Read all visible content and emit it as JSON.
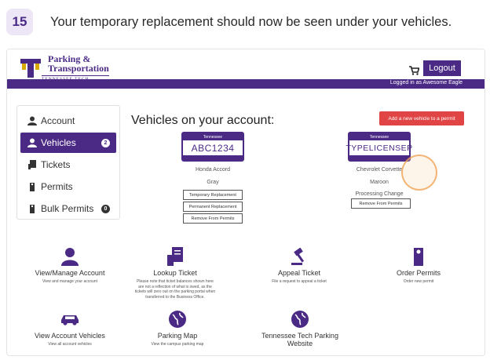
{
  "step": {
    "number": "15",
    "text": "Your temporary replacement should now be seen under your vehicles."
  },
  "header": {
    "logo_title_line1": "Parking &",
    "logo_title_line2": "Transportation",
    "logo_sub": "TENNESSEE TECH",
    "logout_label": "Logout",
    "logged_in_text": "Logged in as Awesome Eagle"
  },
  "menu": {
    "items": [
      {
        "label": "Account"
      },
      {
        "label": "Vehicles",
        "badge": "2"
      },
      {
        "label": "Tickets"
      },
      {
        "label": "Permits"
      },
      {
        "label": "Bulk Permits",
        "badge": "0"
      }
    ]
  },
  "main": {
    "title": "Vehicles on your account:",
    "add_button": "Add a new vehicle to a permit",
    "vehicles": [
      {
        "state": "Tennessee",
        "plate": "ABC1234",
        "model": "Honda Accord",
        "color": "Gray",
        "buttons": [
          "Temporary Replacement",
          "Permanent Replacement",
          "Remove From Permits"
        ]
      },
      {
        "state": "Tennessee",
        "plate": "TYPELICENSEP",
        "model": "Chevrolet Corvette",
        "color": "Maroon",
        "status": "Processing Change",
        "buttons": [
          "Remove From Permits"
        ]
      }
    ]
  },
  "tiles": [
    {
      "title": "View/Manage Account",
      "desc": "View and manage your account"
    },
    {
      "title": "Lookup Ticket",
      "desc": "Please note that ticket balances shown here are not a reflection of what is owed, as the tickets will zero out on the parking portal when transferred to the Business Office."
    },
    {
      "title": "Appeal Ticket",
      "desc": "File a request to appeal a ticket"
    },
    {
      "title": "Order Permits",
      "desc": "Order new permit"
    },
    {
      "title": "View Account Vehicles",
      "desc": "View all account vehicles"
    },
    {
      "title": "Parking Map",
      "desc": "View the campus parking map"
    },
    {
      "title": "Tennessee Tech Parking Website",
      "desc": ""
    }
  ],
  "colors": {
    "brand_purple": "#4b2a86",
    "add_red": "#e04444",
    "highlight": "#f0a050"
  }
}
